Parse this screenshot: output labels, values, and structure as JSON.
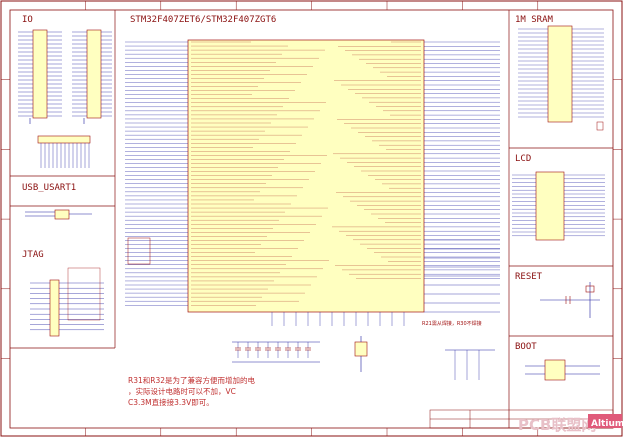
{
  "sections": {
    "io": "IO",
    "usb": "USB_USART1",
    "jtag": "JTAG",
    "mcu_title": "STM32F407ZET6/STM32F407ZGT6",
    "sram": "1M SRAM",
    "lcd": "LCD",
    "reset": "RESET",
    "boot": "BOOT"
  },
  "notes": {
    "line1": "R31和R32是为了兼容方便而增加的电",
    "line2": "，实际设计电路时可以不加，VC",
    "line3": "C3.3M直接接3.3V即可。",
    "vreg_note": "R21需从焊接，R30不焊接"
  },
  "watermark": {
    "text": "PCB联盟网",
    "badge": "Altium"
  },
  "colors": {
    "frame": "#8a1010",
    "wire": "#2020a0",
    "part": "#a01010",
    "chip_fill": "#ffffc0",
    "watermark": "#f07a9a"
  }
}
